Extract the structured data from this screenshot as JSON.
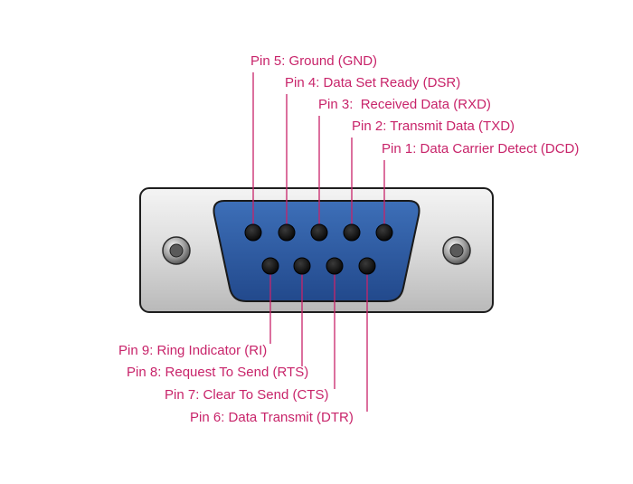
{
  "connector": {
    "top_pins": [
      {
        "label": "Pin 5: Ground (GND)"
      },
      {
        "label": "Pin 4: Data Set Ready (DSR)"
      },
      {
        "label": "Pin 3:  Received Data (RXD)"
      },
      {
        "label": "Pin 2: Transmit Data (TXD)"
      },
      {
        "label": "Pin 1: Data Carrier Detect (DCD)"
      }
    ],
    "bottom_pins": [
      {
        "label": "Pin 9: Ring Indicator (RI)"
      },
      {
        "label": "Pin 8: Request To Send (RTS)"
      },
      {
        "label": "Pin 7: Clear To Send (CTS)"
      },
      {
        "label": "Pin 6: Data Transmit (DTR)"
      }
    ]
  },
  "colors": {
    "label": "#c8246a",
    "shell": "#d8d8d8",
    "face": "#2f5fa8",
    "pin": "#141414"
  }
}
